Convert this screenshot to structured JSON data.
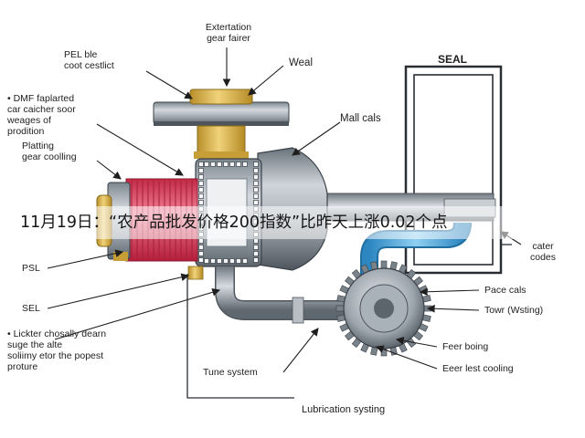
{
  "headline": "11月19日：“农产品批发价格200指数”比昨天上涨0.02个点",
  "diagram": {
    "labels": {
      "top_center": "Extertation\ngear fairer",
      "top_left": "PEL ble\ncoot cestlict",
      "weal": "Weal",
      "seal": "SEAL",
      "dmf": "• DMF faplarted\ncar caicher soor\nweages of\nprodition",
      "plating": "Platting\ngear coolling",
      "mall_cals": "Mall cals",
      "psl": "PSL",
      "sel": "SEL",
      "licker": "• Lickter chosally dearn\nsuge the alte\nsoliimy etor the popest\nproture",
      "cater_codes": "cater\ncodes",
      "pace_cals": "Pace cals",
      "tow": "Towr (Wsting)",
      "feer_boing": "Feer boing",
      "eeer_cooling": "Eeer lest cooling",
      "tune_system": "Tune system",
      "lubrication": "Lubrication systing"
    },
    "colors": {
      "housing": "#9aa3ab",
      "brass": "#d9b24a",
      "red_coil": "#e0415c",
      "blue_pipe": "#4aa8dc",
      "dark": "#2a2e33"
    }
  }
}
